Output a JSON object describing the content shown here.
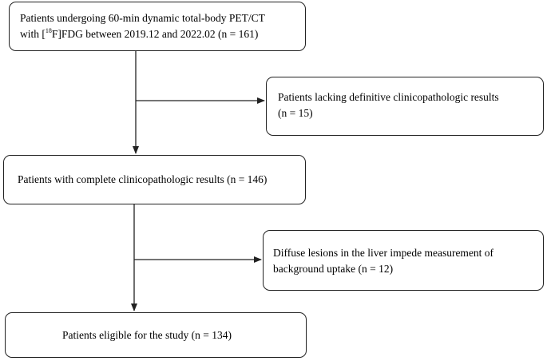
{
  "boxes": {
    "box1": {
      "line1": "Patients undergoing 60-min dynamic total-body PET/CT",
      "line2_pre": "with [",
      "line2_sup": "18",
      "line2_post": "F]FDG between 2019.12 and 2022.02 (n = 161)"
    },
    "excl1": {
      "line1": "Patients lacking definitive clinicopathologic results",
      "line2": "(n = 15)"
    },
    "box2": {
      "line1": "Patients with complete clinicopathologic results (n = 146)"
    },
    "excl2": {
      "line1": "Diffuse lesions in the liver impede measurement of",
      "line2": "background uptake (n = 12)"
    },
    "box3": {
      "line1": "Patients eligible for the study (n = 134)"
    }
  },
  "colors": {
    "stroke": "#222222",
    "background": "#ffffff"
  }
}
